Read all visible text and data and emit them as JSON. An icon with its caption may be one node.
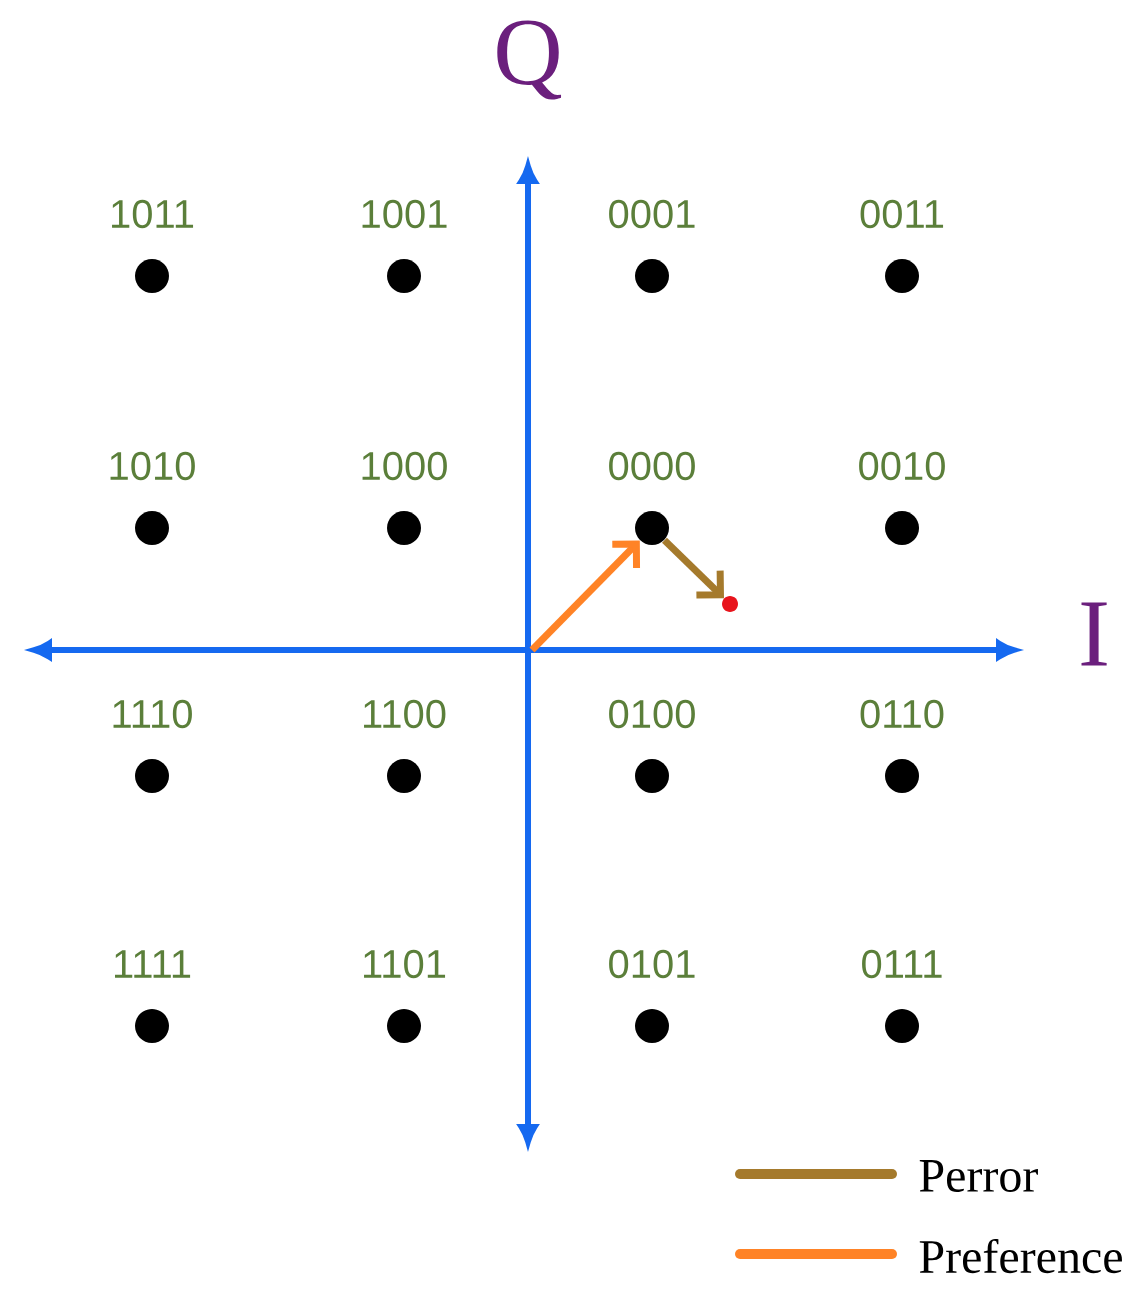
{
  "diagram": {
    "nodes": [
      {
        "text": [],
        "shape": "circle",
        "beside": [
          "1011"
        ]
      },
      {
        "text": [],
        "shape": "circle",
        "beside": [
          "1001"
        ]
      },
      {
        "text": [],
        "shape": "circle",
        "beside": [
          "0001"
        ]
      },
      {
        "text": [],
        "shape": "circle",
        "beside": [
          "0011"
        ]
      },
      {
        "text": [],
        "shape": "circle",
        "beside": [
          "1010"
        ]
      },
      {
        "text": [],
        "shape": "circle",
        "beside": [
          "1000"
        ]
      },
      {
        "text": [],
        "shape": "circle",
        "beside": [
          "0000"
        ]
      },
      {
        "text": [],
        "shape": "circle",
        "beside": [
          "0010"
        ]
      },
      {
        "text": [],
        "shape": "circle",
        "beside": [
          "1110"
        ]
      },
      {
        "text": [],
        "shape": "circle",
        "beside": [
          "1100"
        ]
      },
      {
        "text": [],
        "shape": "circle",
        "beside": [
          "0100"
        ]
      },
      {
        "text": [],
        "shape": "circle",
        "beside": [
          "0110"
        ]
      },
      {
        "text": [],
        "shape": "circle",
        "beside": [
          "1111"
        ]
      },
      {
        "text": [],
        "shape": "circle",
        "beside": [
          "1101"
        ]
      },
      {
        "text": [],
        "shape": "circle",
        "beside": [
          "0101"
        ]
      },
      {
        "text": [],
        "shape": "circle",
        "beside": [
          "0111"
        ]
      },
      {
        "text": [],
        "shape": "circle"
      }
    ],
    "edges": [
      {
        "from": null,
        "to": 6,
        "arrow": "to",
        "color": "#ff8326"
      },
      {
        "from": 6,
        "to": 16,
        "arrow": "to",
        "color": "#a57a2c"
      }
    ],
    "labels": [
      "Q",
      "I"
    ],
    "legend": [
      {
        "text": "Perror"
      },
      {
        "text": "Preference"
      }
    ]
  }
}
